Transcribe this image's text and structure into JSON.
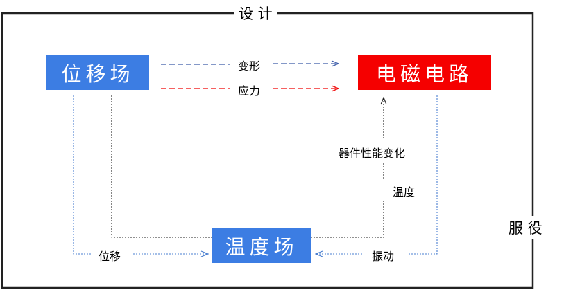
{
  "frame": {
    "top_label": "设 计",
    "right_label": "服 役"
  },
  "nodes": {
    "displacement_field": "位移场",
    "circuit": "电磁电路",
    "temperature_field": "温度场"
  },
  "edges": {
    "deformation": "变形",
    "stress": "应力",
    "device_change": "器件性能变化",
    "temperature": "温度",
    "displacement": "位移",
    "vibration": "振动"
  },
  "colors": {
    "blue_box": "#3c7de3",
    "red_box": "#f50000",
    "deformation_arrow": "#3a5aa8",
    "stress_arrow": "#f00000",
    "dotted_blue": "#4a7fd0"
  }
}
